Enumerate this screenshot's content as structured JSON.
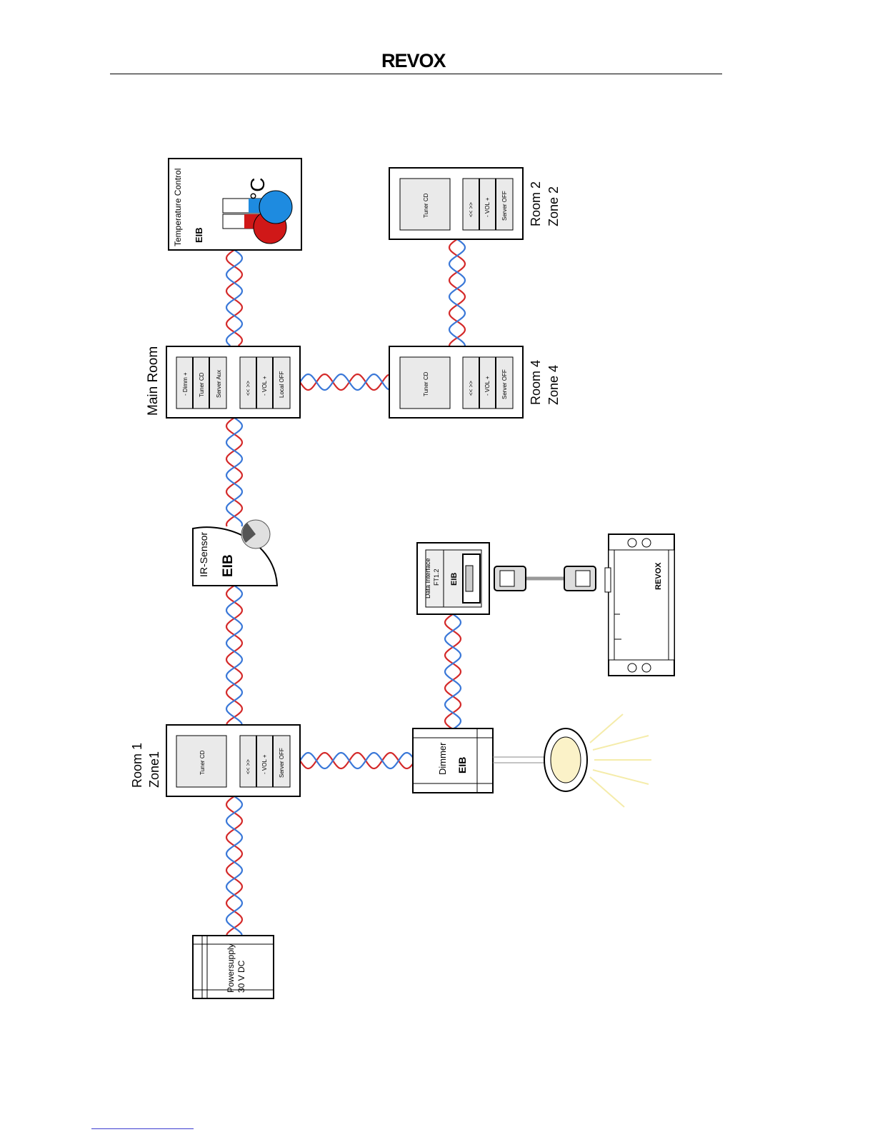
{
  "header": {
    "brand": "REVOX"
  },
  "devices": {
    "temperature": {
      "title": "Temperature Control",
      "eib": "EIB",
      "unit": "°C"
    },
    "main_room": {
      "label": "Main Room",
      "buttons": [
        "- Dimm +",
        "Tuner CD",
        "Server Aux",
        "<< >>",
        "- VOL +",
        "Local OFF"
      ]
    },
    "room2": {
      "room": "Room 2",
      "zone": "Zone 2",
      "buttons": [
        "Tuner CD",
        "<< >>",
        "- VOL +",
        "Server OFF"
      ]
    },
    "room4": {
      "room": "Room 4",
      "zone": "Zone 4",
      "buttons": [
        "Tuner CD",
        "<< >>",
        "- VOL +",
        "Server OFF"
      ]
    },
    "room1": {
      "room": "Room 1",
      "zone": "Zone1",
      "buttons": [
        "Tuner CD",
        "<< >>",
        "- VOL +",
        "Server OFF"
      ]
    },
    "ir_sensor": {
      "title": "IR-Sensor",
      "eib": "EIB"
    },
    "data_interface": {
      "title": "Data Interface",
      "subtitle": "FT1.2",
      "eib": "EIB"
    },
    "dimmer": {
      "title": "Dimmer",
      "eib": "EIB"
    },
    "powersupply": {
      "line1": "Powersupply",
      "line2": "30 V DC"
    },
    "revox_device": {
      "brand": "REVOX"
    }
  },
  "colors": {
    "wire_red": "#d42a2a",
    "wire_blue": "#3a78d8",
    "hot": "#d01818",
    "cold": "#1e8be0"
  }
}
